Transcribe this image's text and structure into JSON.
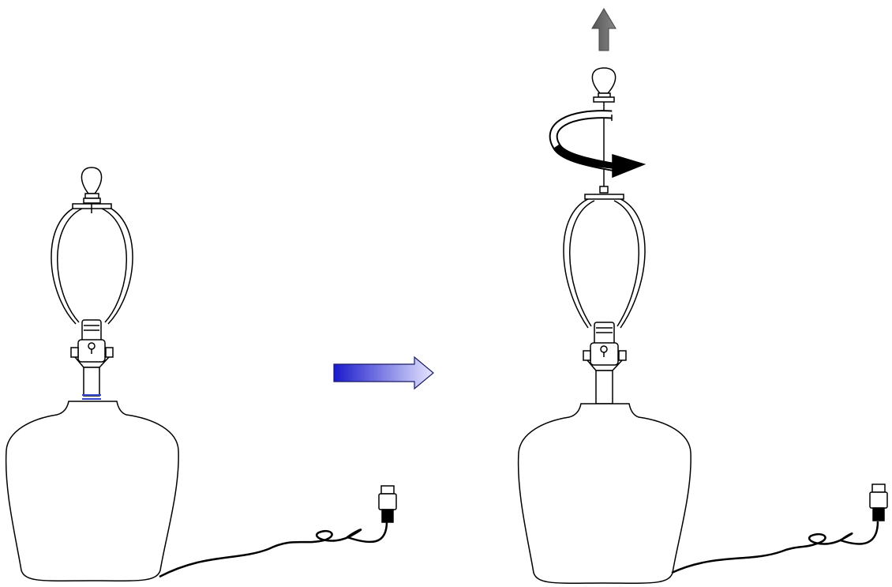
{
  "figure": {
    "kind": "assembly-instruction",
    "steps": [
      {
        "state": "assembled",
        "parts": [
          "finial",
          "harp",
          "socket",
          "neck",
          "base",
          "cord",
          "plug"
        ],
        "highlight": "neck-ring"
      },
      {
        "state": "finial-removed",
        "parts": [
          "finial",
          "harp",
          "socket",
          "neck",
          "base",
          "cord",
          "plug"
        ],
        "actions": [
          "unscrew-counterclockwise",
          "lift-up"
        ]
      }
    ],
    "transition": "step-arrow",
    "icons": [
      "step-arrow-icon",
      "rotate-arrow-icon",
      "up-arrow-icon"
    ]
  },
  "colors": {
    "line": "#000000",
    "step_arrow_dark": "#1a1acc",
    "step_arrow_light": "#e6e6ff",
    "neck_highlight": "#3344cc",
    "up_arrow": "#666666",
    "rotate_arrow": "#000000"
  }
}
